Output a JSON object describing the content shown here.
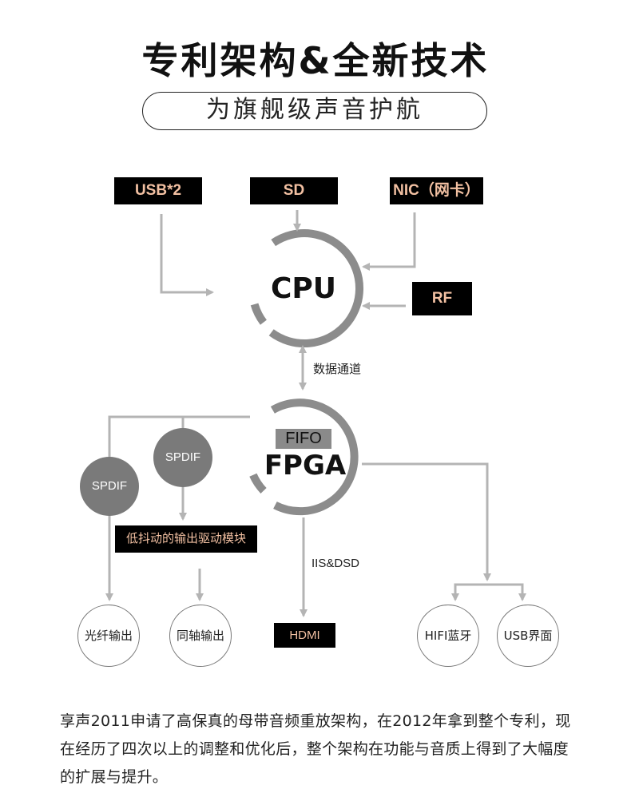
{
  "title": "专利架构&全新技术",
  "subtitle": "为旗舰级声音护航",
  "inputs": {
    "usb": "USB*2",
    "sd": "SD",
    "nic": "NIC（网卡）",
    "rf": "RF"
  },
  "cpu": "CPU",
  "data_channel": "数据通道",
  "fpga": "FPGA",
  "fifo": "FIFO",
  "spdif_left": "SPDIF",
  "spdif_mid": "SPDIF",
  "driver_module": "低抖动的输出驱动模块",
  "iis_dsd": "IIS&DSD",
  "outputs": {
    "optical": "光纤输出",
    "coaxial": "同轴输出",
    "hdmi": "HDMI",
    "hifi_bt": "HIFI蓝牙",
    "usb_ui": "USB界面"
  },
  "description": "享声2011申请了高保真的母带音频重放架构，在2012年拿到整个专利，现在经历了四次以上的调整和优化后，整个架构在功能与音质上得到了大幅度的扩展与提升。",
  "colors": {
    "block_bg": "#000000",
    "block_text": "#f2c0a2",
    "shadow": "#999999",
    "ring": "#8c8c8c",
    "line": "#b4b4b4",
    "gray_circle": "#7a7a7a"
  }
}
